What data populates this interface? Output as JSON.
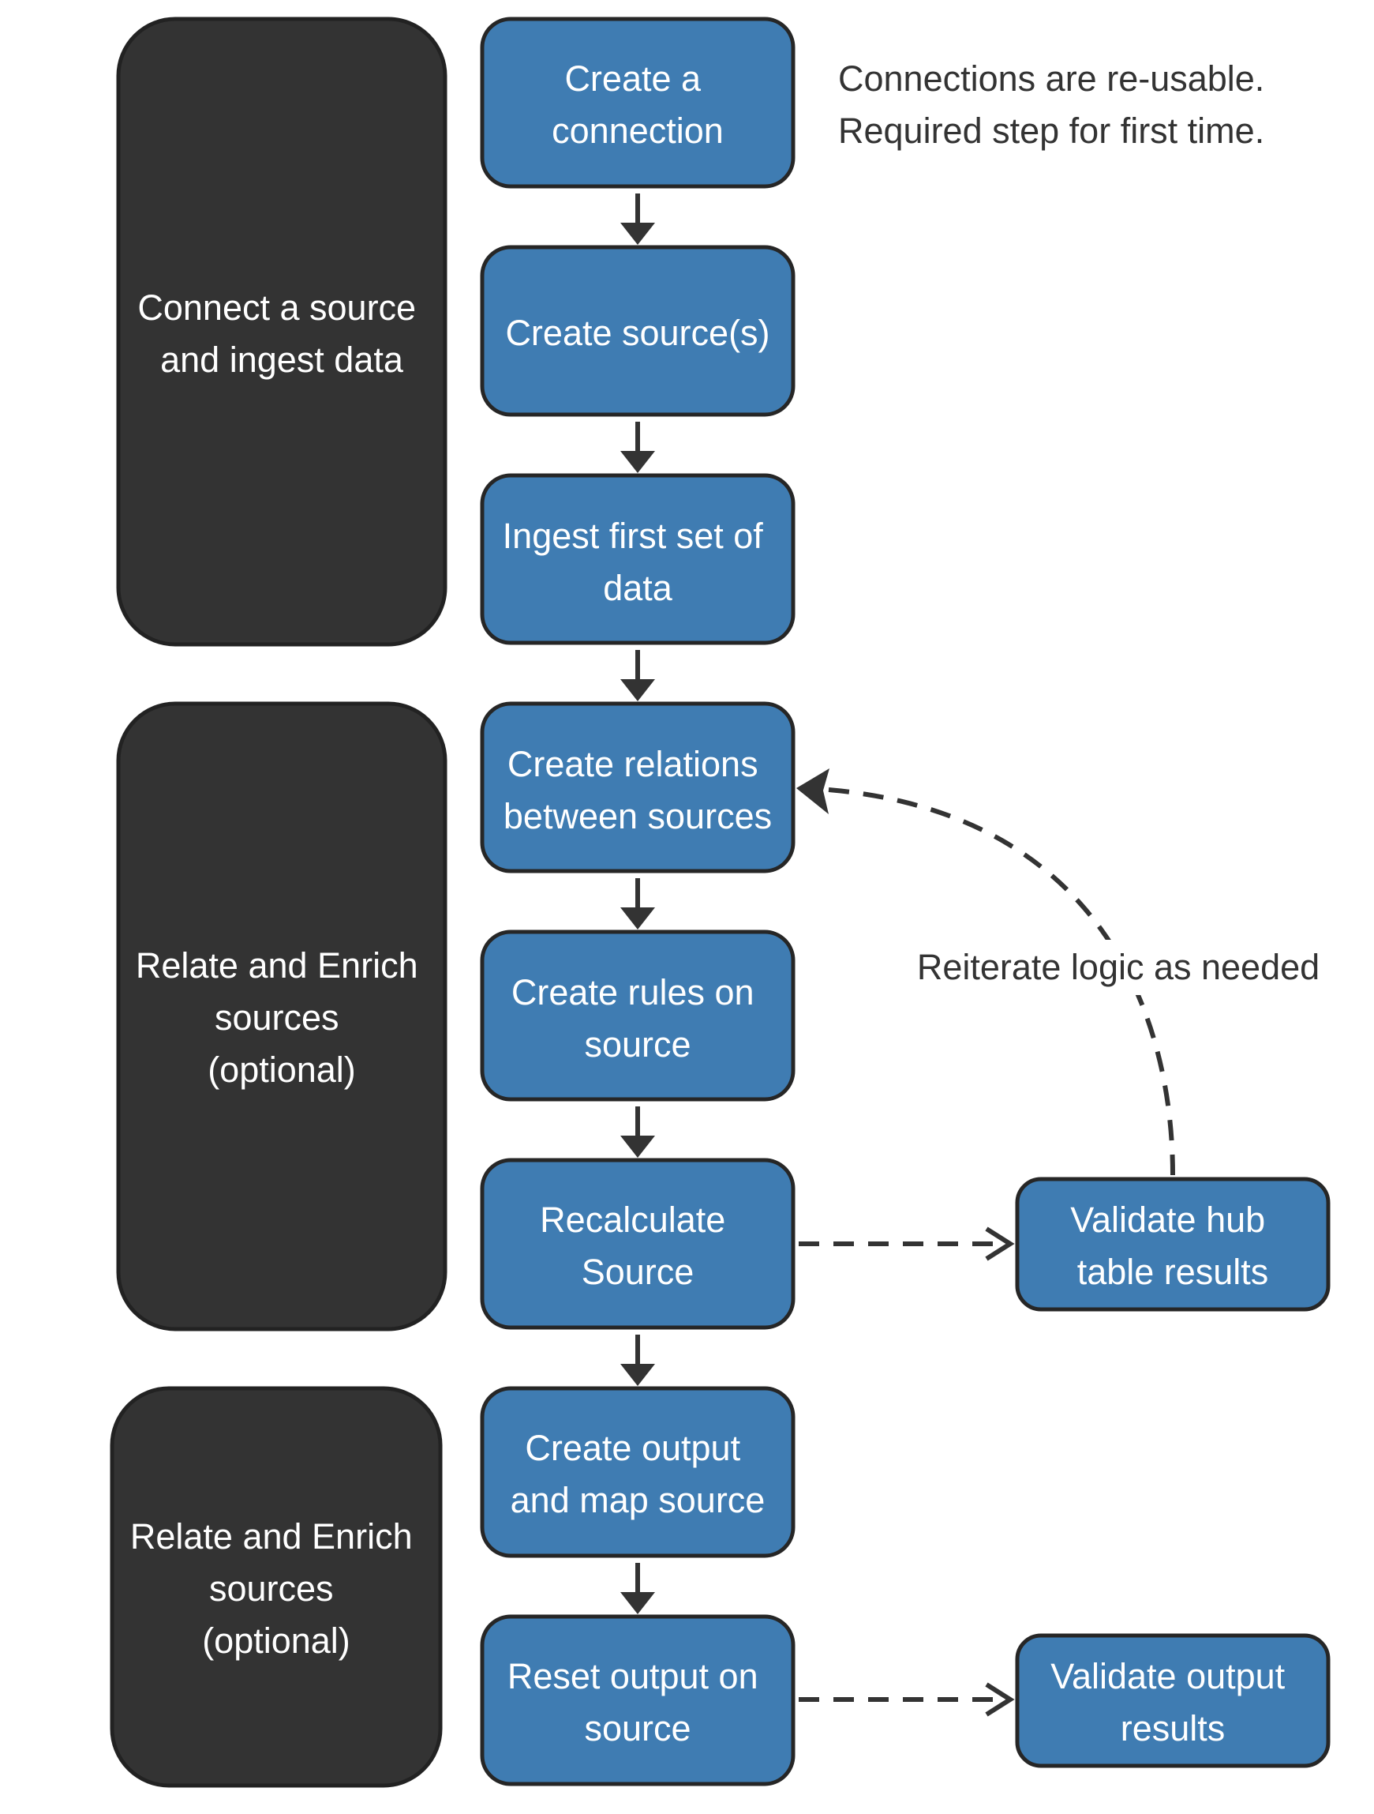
{
  "phases": {
    "connect": {
      "lines": [
        "Connect a source",
        "and ingest data"
      ]
    },
    "relate": {
      "lines": [
        "Relate and Enrich",
        "sources",
        "(optional)"
      ]
    },
    "output": {
      "lines": [
        "Relate and Enrich",
        "sources",
        "(optional)"
      ]
    }
  },
  "steps": {
    "create_connection": {
      "lines": [
        "Create a",
        "connection"
      ]
    },
    "create_sources": {
      "lines": [
        "Create source(s)"
      ]
    },
    "ingest_data": {
      "lines": [
        "Ingest first set of",
        "data"
      ]
    },
    "create_relations": {
      "lines": [
        "Create relations",
        "between sources"
      ]
    },
    "create_rules": {
      "lines": [
        "Create rules on",
        "source"
      ]
    },
    "recalculate": {
      "lines": [
        "Recalculate",
        "Source"
      ]
    },
    "validate_hub": {
      "lines": [
        "Validate hub",
        "table results"
      ]
    },
    "create_output": {
      "lines": [
        "Create output",
        "and map source"
      ]
    },
    "reset_output": {
      "lines": [
        "Reset output on",
        "source"
      ]
    },
    "validate_output": {
      "lines": [
        "Validate output",
        "results"
      ]
    }
  },
  "notes": {
    "connections": {
      "lines": [
        "Connections are re-usable.",
        "Required step for first time."
      ]
    },
    "reiterate": {
      "text": "Reiterate logic as needed"
    }
  },
  "colors": {
    "phase_fill": "#333333",
    "step_fill": "#3f7cb2",
    "border": "#262626",
    "text_light": "#ffffff",
    "text_dark": "#333333"
  }
}
